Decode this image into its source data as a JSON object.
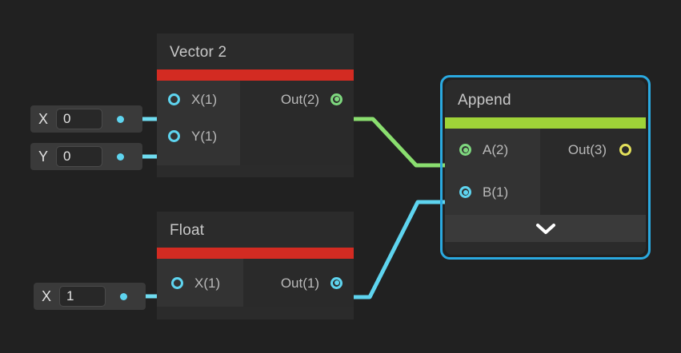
{
  "canvas": {
    "background_color": "#212121",
    "label": "shader-node-graph"
  },
  "nodes": [
    {
      "id": "vector2",
      "title": "Vector 2",
      "accent_color": "#d32b22",
      "selected": false,
      "inputs": [
        {
          "label": "X(1)",
          "color": "#5ed4ef",
          "connected": false
        },
        {
          "label": "Y(1)",
          "color": "#5ed4ef",
          "connected": false
        }
      ],
      "outputs": [
        {
          "label": "Out(2)",
          "color": "#7ed87e",
          "connected": true
        }
      ]
    },
    {
      "id": "float",
      "title": "Float",
      "accent_color": "#d32b22",
      "selected": false,
      "inputs": [
        {
          "label": "X(1)",
          "color": "#5ed4ef",
          "connected": false
        }
      ],
      "outputs": [
        {
          "label": "Out(1)",
          "color": "#5ed4ef",
          "connected": true
        }
      ]
    },
    {
      "id": "append",
      "title": "Append",
      "accent_color": "#9fd338",
      "selected": true,
      "selection_color": "#2aa9e0",
      "inputs": [
        {
          "label": "A(2)",
          "color": "#7ed87e",
          "connected": true
        },
        {
          "label": "B(1)",
          "color": "#5ed4ef",
          "connected": true
        }
      ],
      "outputs": [
        {
          "label": "Out(3)",
          "color": "#e3e05a",
          "connected": false
        }
      ],
      "footer_icon": "chevron-down-icon"
    }
  ],
  "params": [
    {
      "id": "vector2-x",
      "label": "X",
      "value": "0",
      "dot_color": "#5ed4ef"
    },
    {
      "id": "vector2-y",
      "label": "Y",
      "value": "0",
      "dot_color": "#5ed4ef"
    },
    {
      "id": "float-x",
      "label": "X",
      "value": "1",
      "dot_color": "#5ed4ef"
    }
  ],
  "wires": [
    {
      "id": "vector2-out-to-append-a",
      "from": "vector2.Out(2)",
      "to": "append.A(2)",
      "color": "#8ade6f"
    },
    {
      "id": "float-out-to-append-b",
      "from": "float.Out(1)",
      "to": "append.B(1)",
      "color": "#5ed4ef"
    },
    {
      "id": "param-vector2-x-stub",
      "from": "vector2-x.dot",
      "to": "vector2.X(1)",
      "color": "#6fdcf0"
    },
    {
      "id": "param-vector2-y-stub",
      "from": "vector2-y.dot",
      "to": "vector2.Y(1)",
      "color": "#6fdcf0"
    },
    {
      "id": "param-float-x-stub",
      "from": "float-x.dot",
      "to": "float.X(1)",
      "color": "#6fdcf0"
    }
  ]
}
